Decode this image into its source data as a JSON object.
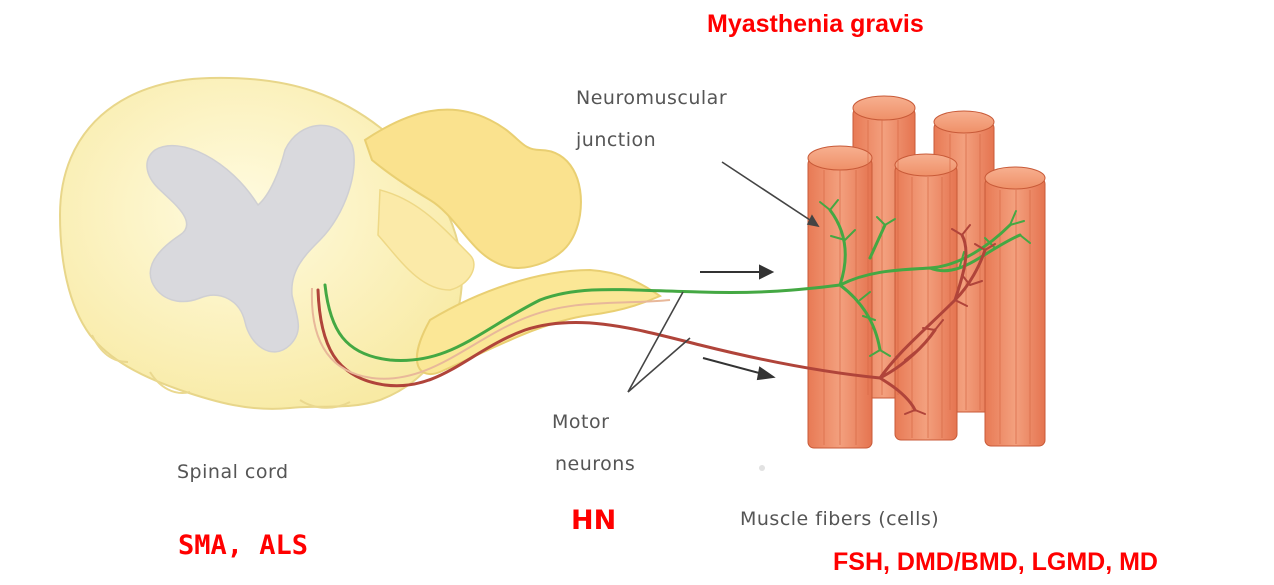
{
  "labels": {
    "neuromuscular_line1": "Neuromuscular",
    "neuromuscular_line2": "junction",
    "motor_line1": "Motor",
    "motor_line2": "neurons",
    "spinal_cord": "Spinal cord",
    "muscle_fibers": "Muscle fibers (cells)"
  },
  "annotations": {
    "myasthenia": "Myasthenia gravis",
    "sma_als": "SMA, ALS",
    "hn": "HN",
    "muscular_dystrophies": "FSH, DMD/BMD, LGMD, MD"
  },
  "colors": {
    "annotation": "#ff0000",
    "label": "#555555",
    "spinal_cord_fill": "#fdf6c6",
    "grey_matter": "#d8d8dc",
    "nerve_fill": "#fbe796",
    "muscle_fill": "#ee8660",
    "neuron_green": "#44a843",
    "neuron_red": "#b0443a"
  }
}
